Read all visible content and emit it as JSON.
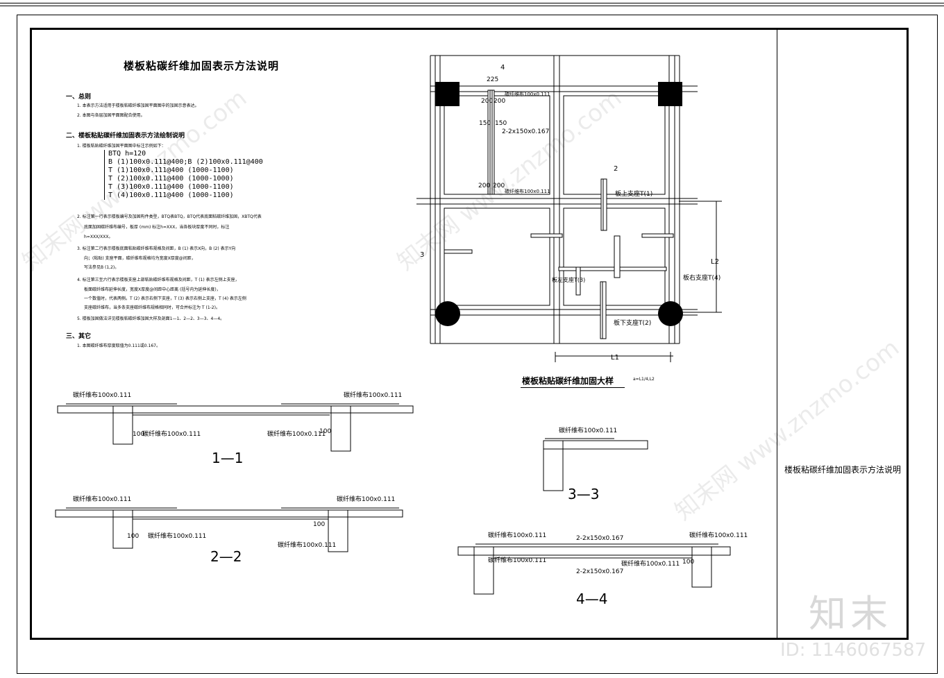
{
  "drawing_title": "楼板粘碳纤维加固表示方法说明",
  "sections": {
    "s1_title": "一、总则",
    "s1_lines": [
      "1. 本表示方法适用于楼板粘碳纤维加固平面图中的加固示意表达。",
      "2. 本图与各层加固平面图配合使用。"
    ],
    "s2_title": "二、楼板粘贴碳纤维加固表示方法绘制说明",
    "s2_line1": "1. 楼板粘贴碳纤维加固平面图中标注示例如下：",
    "code_lines": [
      "BTQ  h=120",
      "B (1)100x0.111@400;B (2)100x0.111@400",
      "T (1)100x0.111@400 (1000-1100)",
      "T (2)100x0.111@400 (1000-1000)",
      "T (3)100x0.111@400 (1000-1100)",
      "T (4)100x0.111@400 (1000-1100)"
    ],
    "s2_item2a": "2. 标注第一行表示楼板编号及加固构件类型，BTQ表BTQ，BTQ代表底面粘碳纤维加固，XBTQ代表",
    "s2_item2b": "底面加固碳纤维布编号，板厚 (mm) 标注h=XXX，当各板块厚度不同时，标注",
    "s2_item2c": "h=XXX/XXX。",
    "s2_item3a": "3. 标注第二行表示楼板底面粘贴碳纤维布规格及间距，B (1) 表示X向，B (2) 表示Y向",
    "s2_item3b": "向；(粘贴) 支座平面，碳纤维布规格均为宽度X厚度@间距，",
    "s2_item3c": "写法参见B (1,2)。",
    "s2_item4a": "4. 标注第三至六行表示楼板支座上部粘贴碳纤维布规格及间距，T (1) 表示左侧上支座，",
    "s2_item4b": "板面碳纤维布延伸长度，宽度X厚度@间距中心距离 (括号内为延伸长度)，",
    "s2_item4c": "一个数值时，代表两侧。T (2) 表示右侧下支座，T (3) 表示右侧上支座，T (4) 表示左侧",
    "s2_item4d": "支座碳纤维布，当多条支座碳纤维布规格相同时，可合并标注为 T (1-2)。",
    "s2_item5": "5. 楼板加固做法详见楼板粘碳纤维加固大样及剖面1—1、2—2、3—3、4—4。",
    "s3_title": "三、其它",
    "s3_line1": "1. 本图碳纤维布厚度取值为0.111或0.167。"
  },
  "plan": {
    "title": "楼板粘贴碳纤维加固大样",
    "scale_note": "a=L1/4,L2",
    "labels": {
      "top_dim": "225",
      "d200a": "200",
      "d200b": "200",
      "d150a": "150",
      "d150b": "150",
      "d200c": "200",
      "d200d": "200",
      "spec1": "碳纤维布100x0.111",
      "spec2": "2-2x150x0.167",
      "spec3": "碳纤维布100x0.111",
      "t1": "板上支座T(1)",
      "t2": "板下支座T(2)",
      "t3": "板左支座T(3)",
      "t4": "板右支座T(4)",
      "sec4": "4",
      "sec2": "2",
      "sec3": "3",
      "l1": "L1",
      "l2": "L2"
    }
  },
  "section_views": {
    "s11": {
      "name": "1—1",
      "spec_a": "碳纤维布100x0.111",
      "spec_b": "碳纤维布100x0.111",
      "spec_c": "碳纤维布100x0.111",
      "spec_d": "碳纤维布100x0.111",
      "dim": "100",
      "dim2": "100"
    },
    "s22": {
      "name": "2—2",
      "spec_a": "碳纤维布100x0.111",
      "spec_b": "碳纤维布100x0.111",
      "spec_c": "碳纤维布100x0.111",
      "spec_d": "碳纤维布100x0.111",
      "dim": "100",
      "dim2": "100"
    },
    "s33": {
      "name": "3—3",
      "spec_a": "碳纤维布100x0.111"
    },
    "s44": {
      "name": "4—4",
      "spec_a": "碳纤维布100x0.111",
      "spec_b": "2-2x150x0.167",
      "spec_c": "碳纤维布100x0.111",
      "spec_d": "碳纤维布100x0.111",
      "spec_e": "碳纤维布100x0.111",
      "spec_f": "2-2x150x0.167",
      "dim": "100"
    }
  },
  "sidebar": {
    "title": "楼板粘碳纤维加固表示方法说明"
  },
  "brand": {
    "logo": "知末",
    "id": "ID: 1146067587",
    "watermark": "知末网 www.znzmo.com"
  }
}
